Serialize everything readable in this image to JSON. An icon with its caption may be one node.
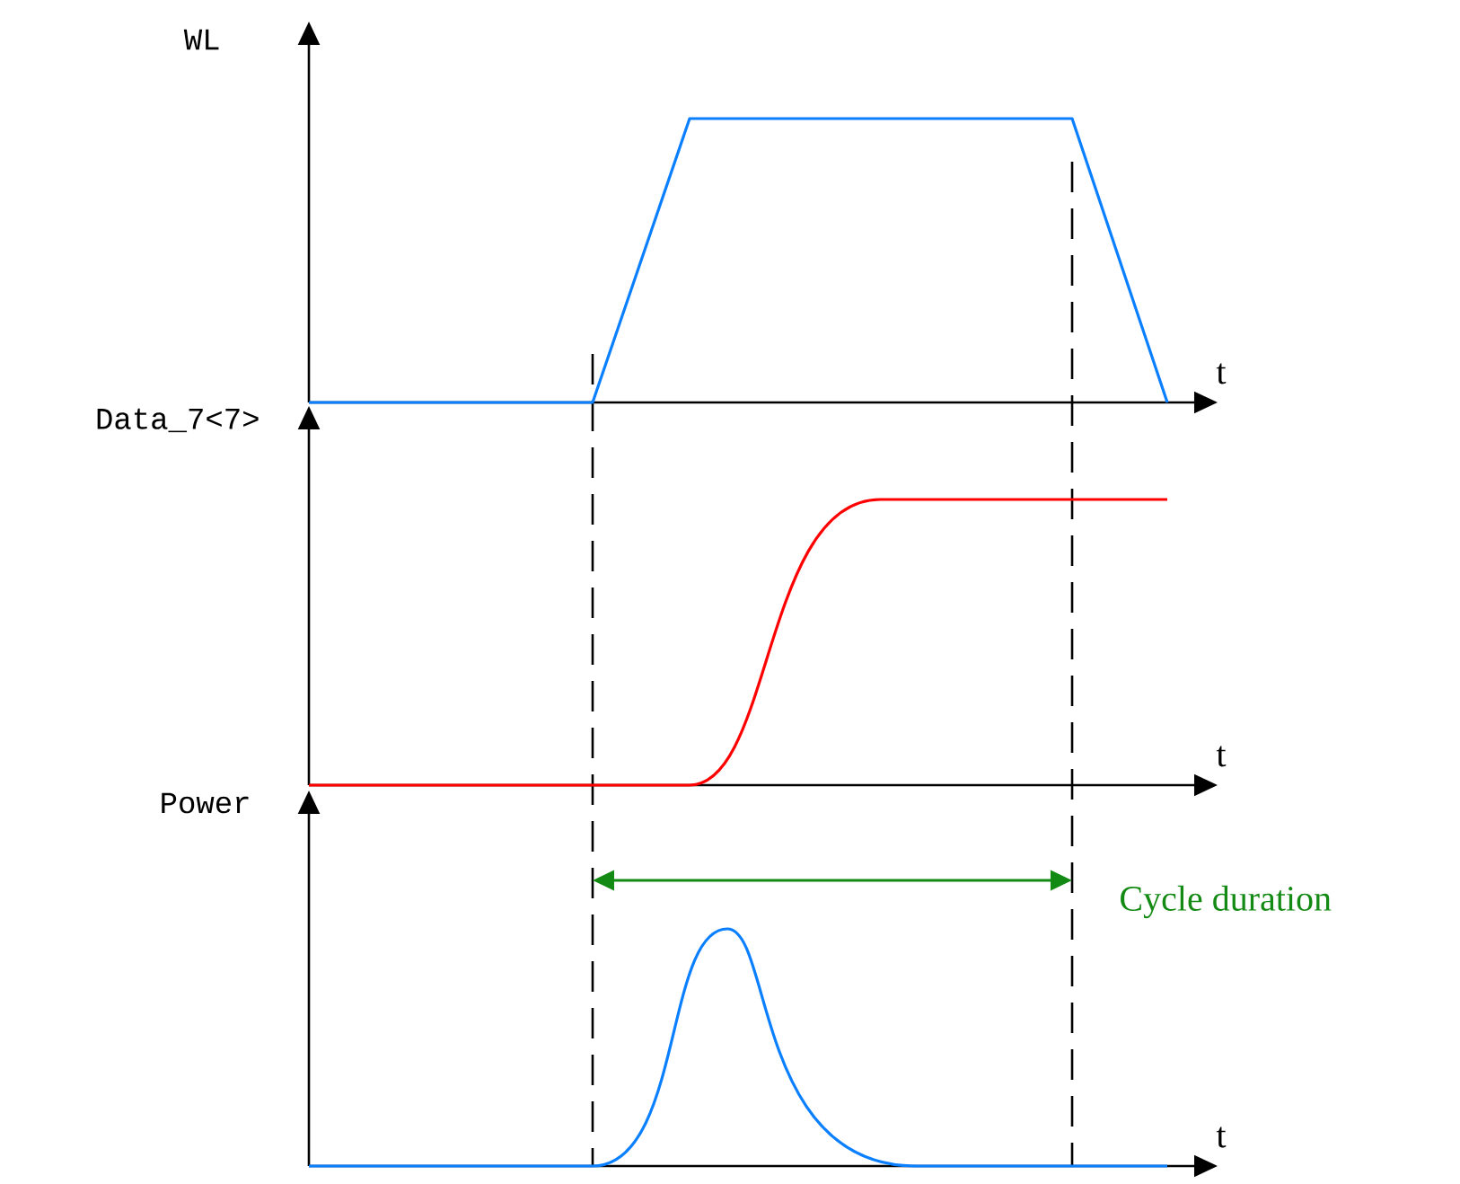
{
  "diagram": {
    "labels": [
      "WL",
      "t",
      "Data_7<7>",
      "t",
      "Power",
      "Cycle duration",
      "t"
    ]
  }
}
